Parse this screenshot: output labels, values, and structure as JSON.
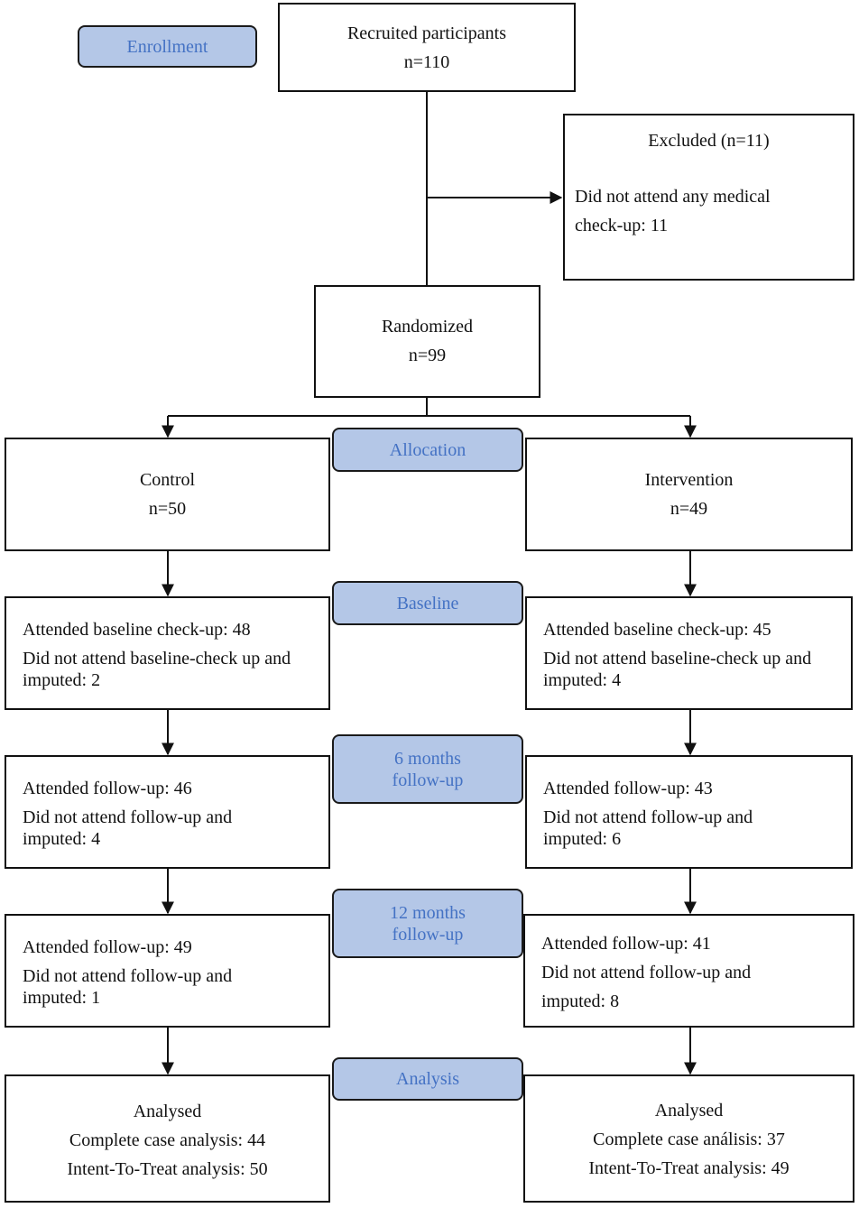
{
  "stages": {
    "enrollment": "Enrollment",
    "allocation": "Allocation",
    "baseline": "Baseline",
    "six_months": [
      "6 months",
      "follow-up"
    ],
    "twelve_months": [
      "12 months",
      "follow-up"
    ],
    "analysis": "Analysis"
  },
  "recruited": {
    "title": "Recruited participants",
    "n": "n=110"
  },
  "excluded": {
    "title": "Excluded (n=11)",
    "lines": [
      "Did not attend any medical",
      "check-up: 11"
    ]
  },
  "randomized": {
    "title": "Randomized",
    "n": "n=99"
  },
  "control": {
    "title": "Control",
    "n": "n=50",
    "baseline": [
      "Attended baseline check-up: 48",
      "Did not attend baseline-check up and",
      "imputed: 2"
    ],
    "six_months": [
      "Attended follow-up: 46",
      "Did not attend follow-up and",
      "imputed: 4"
    ],
    "twelve_months": [
      "Attended follow-up: 49",
      "Did not attend follow-up and",
      "imputed: 1"
    ],
    "analysis": [
      "Analysed",
      "Complete case analysis: 44",
      "Intent-To-Treat analysis: 50"
    ]
  },
  "intervention": {
    "title": "Intervention",
    "n": "n=49",
    "baseline": [
      "Attended baseline check-up: 45",
      "Did not attend baseline-check up and",
      "imputed: 4"
    ],
    "six_months": [
      "Attended follow-up: 43",
      "Did not attend follow-up and",
      "imputed: 6"
    ],
    "twelve_months": [
      "Attended follow-up: 41",
      "Did not attend follow-up and",
      "imputed: 8"
    ],
    "analysis": [
      "Analysed",
      "Complete case análisis: 37",
      "Intent-To-Treat analysis: 49"
    ]
  }
}
